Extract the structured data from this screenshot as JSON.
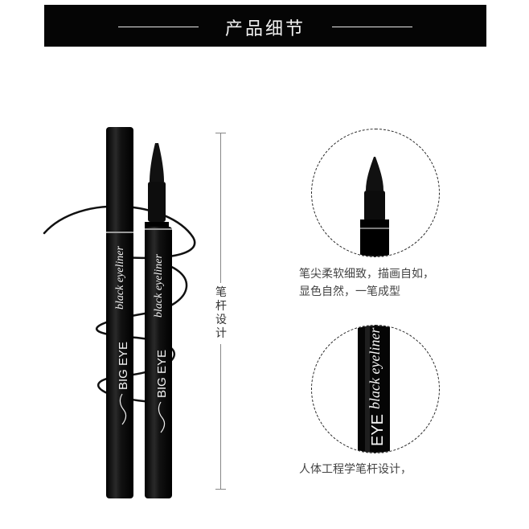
{
  "header": {
    "title": "产品细节"
  },
  "product": {
    "name": "BIG EYE",
    "subtitle": "black eyeliner",
    "icon": "pen-eyeliner-icon"
  },
  "dimension": {
    "label_lines": [
      "笔",
      "杆",
      "设",
      "计"
    ]
  },
  "details": [
    {
      "icon": "pen-tip-icon",
      "caption_lines": [
        "笔尖柔软细致，描画自如，",
        "显色自然，一笔成型"
      ]
    },
    {
      "icon": "pen-barrel-icon",
      "barrel_text": "EYE",
      "barrel_script": "black eyeliner",
      "caption_lines": [
        "人体工程学笔杆设计，"
      ]
    }
  ]
}
